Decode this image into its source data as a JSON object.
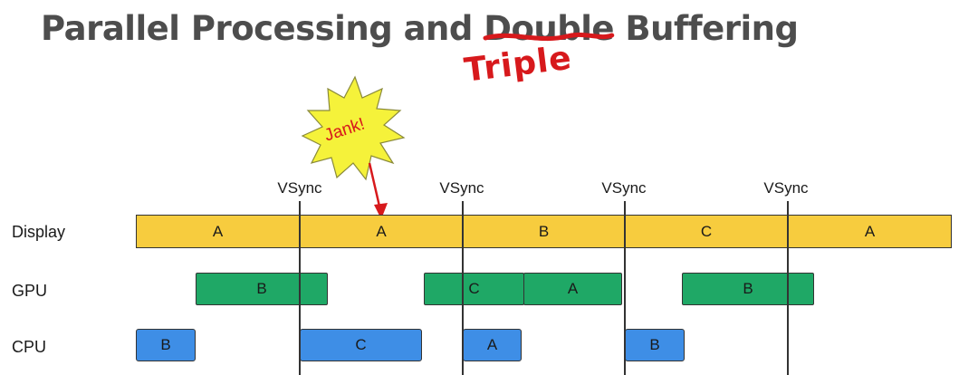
{
  "title": {
    "prefix": "Parallel Processing and ",
    "struck_word": "Double",
    "suffix": " Buffering",
    "replacement": "Triple"
  },
  "annotation": {
    "callout": "Jank!"
  },
  "vsync_labels": [
    "VSync",
    "VSync",
    "VSync",
    "VSync"
  ],
  "rows": {
    "display": {
      "label": "Display",
      "blocks": [
        "A",
        "A",
        "B",
        "C",
        "A"
      ]
    },
    "gpu": {
      "label": "GPU",
      "blocks": [
        "B",
        "C",
        "A",
        "B"
      ]
    },
    "cpu": {
      "label": "CPU",
      "blocks": [
        "B",
        "C",
        "A",
        "B"
      ]
    }
  },
  "colors": {
    "display": "#f7cc3e",
    "gpu": "#1fa866",
    "cpu": "#3e8ee6",
    "annotation": "#d7191c",
    "starburst": "#f5f23a"
  }
}
